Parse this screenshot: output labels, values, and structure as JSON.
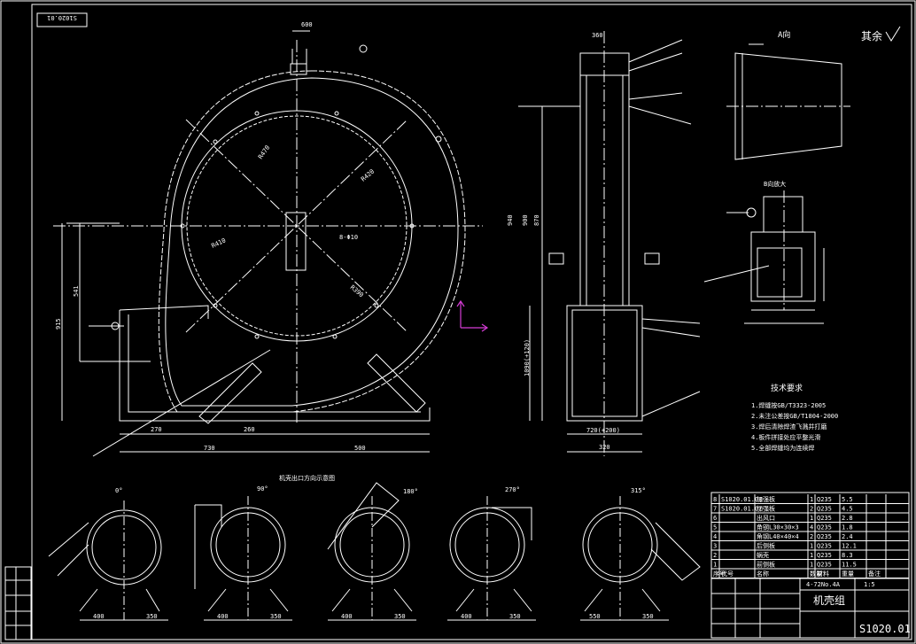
{
  "drawing": {
    "drawing_number": "S1020.01",
    "drawing_number_rotated": "S1020.01",
    "drawing_name": "机壳组",
    "remark_label": "其余",
    "tech_req_title": "技术要求",
    "tech_notes": [
      "1.焊缝按GB/T3323-2005",
      "2.未注公差按GB/T1804-2000",
      "3.焊后清除焊渣飞溅并打磨",
      "4.板件拼接处应平整光滑",
      "5.全部焊缝均为连续焊"
    ],
    "section_label_top_right": "A向",
    "section_label_mid_right": "B向放大",
    "view_row_caption": "机壳出口方向示意图",
    "views": [
      {
        "angle": "0°",
        "dims": [
          "400",
          "350"
        ]
      },
      {
        "angle": "90°",
        "dims": [
          "400",
          "350"
        ]
      },
      {
        "angle": "180°",
        "dims": [
          "400",
          "350"
        ]
      },
      {
        "angle": "270°",
        "dims": [
          "400",
          "350"
        ]
      },
      {
        "angle": "315°",
        "dims": [
          "550",
          "350"
        ]
      }
    ],
    "main_dims": {
      "top_width": "600",
      "height_left": "915",
      "height_mid": "541",
      "bottom_1": "270",
      "bottom_2": "260",
      "bottom_total_left": "730",
      "bottom_total_right": "500",
      "radius_1": "R470",
      "radius_2": "R420",
      "radius_3": "R410",
      "radius_4": "R390",
      "note_hole": "8-Φ10",
      "side_width": "360",
      "side_height_1": "940",
      "side_height_2": "900",
      "side_height_3": "870",
      "side_bottom_1": "720(+200)",
      "side_bottom_2": "320",
      "side_bottom_3": "1090(+120)"
    },
    "part_table": {
      "rows": [
        [
          "8",
          "S1020.01.08",
          "加强板",
          "1",
          "Q235",
          "5.5",
          ""
        ],
        [
          "7",
          "S1020.01.07",
          "加强板",
          "2",
          "Q235",
          "4.5",
          ""
        ],
        [
          "6",
          "",
          "出风口",
          "1",
          "Q235",
          "2.8",
          ""
        ],
        [
          "5",
          "",
          "角钢L30×30×3",
          "4",
          "Q235",
          "1.8",
          ""
        ],
        [
          "4",
          "",
          "角钢L40×40×4",
          "2",
          "Q235",
          "2.4",
          ""
        ],
        [
          "3",
          "",
          "后侧板",
          "1",
          "Q235",
          "12.1",
          ""
        ],
        [
          "2",
          "",
          "蜗壳",
          "1",
          "Q235",
          "8.3",
          ""
        ],
        [
          "1",
          "",
          "前侧板",
          "1",
          "Q235",
          "11.5",
          ""
        ]
      ],
      "header": [
        "序号",
        "代号",
        "名称",
        "数量",
        "材料",
        "重量",
        "备注"
      ],
      "title_small": "4-72No.4A",
      "scale": "1:5"
    }
  }
}
